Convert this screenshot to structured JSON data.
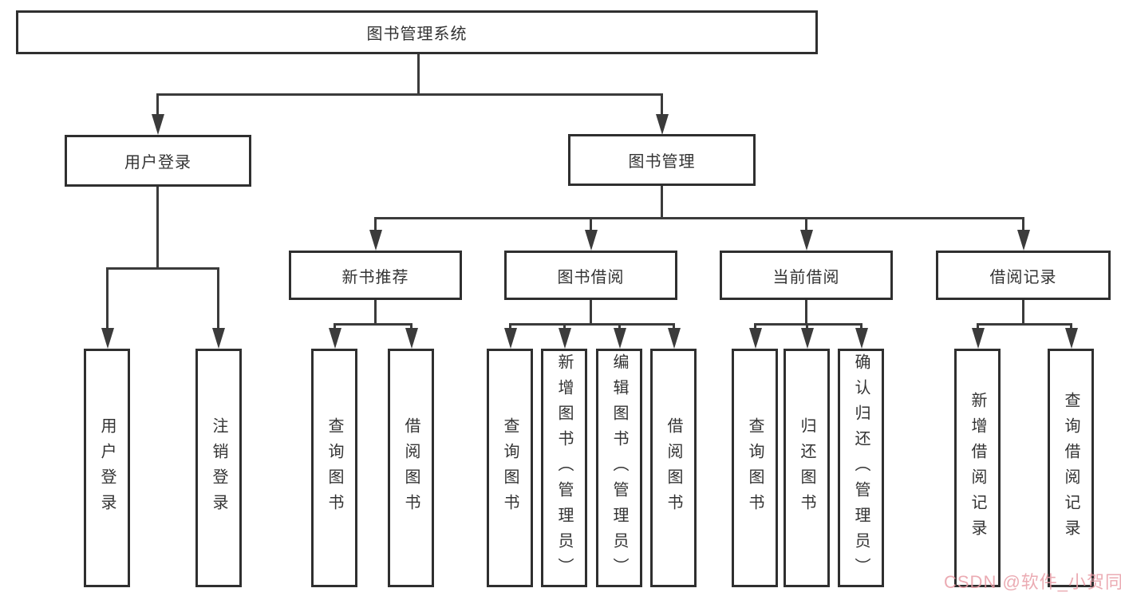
{
  "diagram": {
    "type": "hierarchy-tree",
    "root": {
      "label": "图书管理系统"
    },
    "modules": [
      {
        "label": "用户登录",
        "children": [
          {
            "label": "用户登录"
          },
          {
            "label": "注销登录"
          }
        ]
      },
      {
        "label": "图书管理",
        "sections": [
          {
            "label": "新书推荐",
            "children": [
              {
                "label": "查询图书"
              },
              {
                "label": "借阅图书"
              }
            ]
          },
          {
            "label": "图书借阅",
            "children": [
              {
                "label": "查询图书"
              },
              {
                "label": "新增图书（管理员）"
              },
              {
                "label": "编辑图书（管理员）"
              },
              {
                "label": "借阅图书"
              }
            ]
          },
          {
            "label": "当前借阅",
            "children": [
              {
                "label": "查询图书"
              },
              {
                "label": "归还图书"
              },
              {
                "label": "确认归还（管理员）"
              }
            ]
          },
          {
            "label": "借阅记录",
            "children": [
              {
                "label": "新增借阅记录"
              },
              {
                "label": "查询借阅记录"
              }
            ]
          }
        ]
      }
    ]
  },
  "watermark": {
    "text": "CSDN @软件_小贺同学",
    "color": "rgba(232,156,166,0.85)"
  },
  "colors": {
    "line": "#3b3b3b",
    "border": "#2f2f2f",
    "text": "#333333"
  }
}
